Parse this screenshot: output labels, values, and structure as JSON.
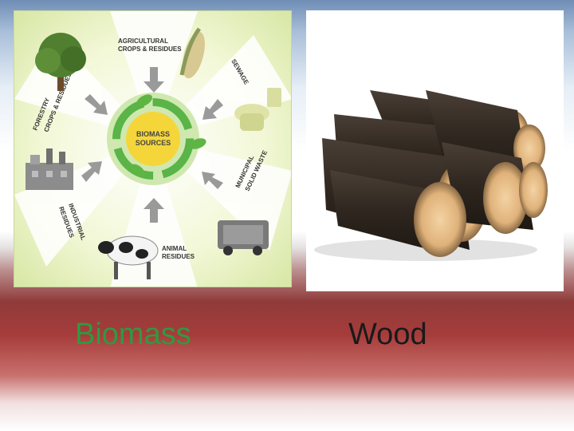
{
  "diagram": {
    "center_line1": "BIOMASS",
    "center_line2": "SOURCES",
    "agri_line1": "AGRICULTURAL",
    "agri_line2": "CROPS & RESIDUES",
    "sewage": "SEWAGE",
    "forestry_line1": "FORESTRY",
    "forestry_line2": "CROPS & RESIDUES",
    "municipal_line1": "MUNICIPAL",
    "municipal_line2": "SOLID WASTE",
    "industrial_line1": "INDUSTRIAL",
    "industrial_line2": "RESIDUES",
    "animal_line1": "ANIMAL",
    "animal_line2": "RESIDUES"
  },
  "captions": {
    "left": "Biomass",
    "right": "Wood"
  },
  "colors": {
    "left_caption": "#2e9a40",
    "right_caption": "#1a1a1a"
  }
}
